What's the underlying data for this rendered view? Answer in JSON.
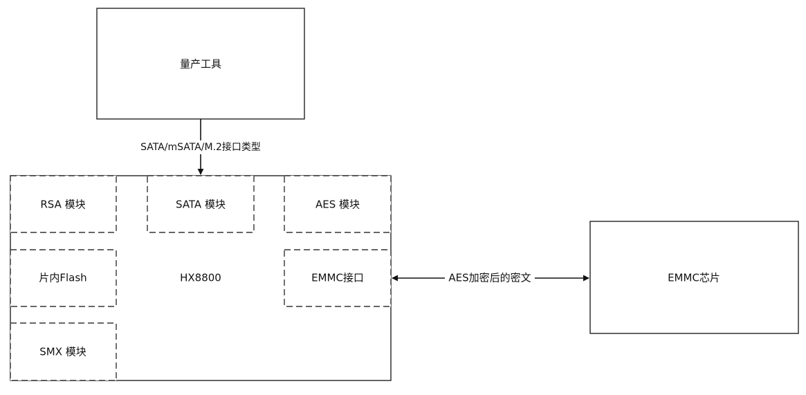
{
  "nodes": {
    "production_tool": "量产工具",
    "hx8800": "HX8800",
    "rsa_module": "RSA 模块",
    "sata_module": "SATA 模块",
    "aes_module": "AES 模块",
    "onchip_flash": "片内Flash",
    "emmc_interface": "EMMC接口",
    "smx_module": "SMX 模块",
    "emmc_chip": "EMMC芯片"
  },
  "edges": {
    "tool_to_hx8800": "SATA/mSATA/M.2接口类型",
    "hx8800_to_emmc": "AES加密后的密文"
  }
}
